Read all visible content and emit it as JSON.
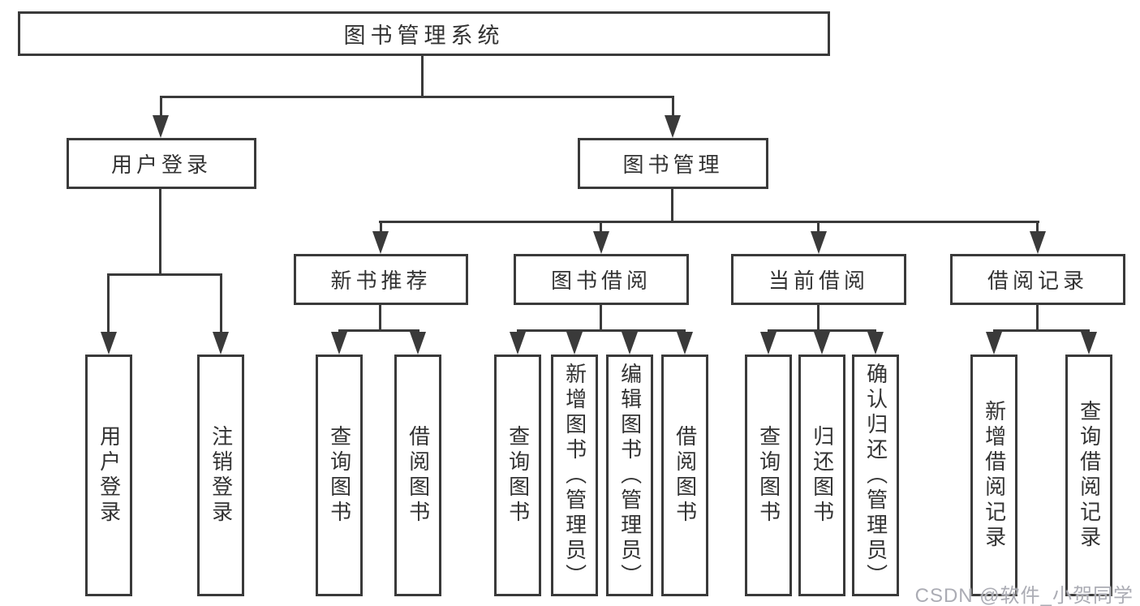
{
  "diagram_title": "图书管理系统",
  "watermark": "CSDN @软件_小贺同学",
  "colors": {
    "line": "#3a3a3a",
    "text": "#333333",
    "watermark": "#abacb4",
    "background": "#ffffff"
  },
  "nodes": {
    "root": {
      "label": "图书管理系统"
    },
    "user_login": {
      "label": "用户登录"
    },
    "book_mgmt": {
      "label": "图书管理"
    },
    "new_book": {
      "label": "新书推荐"
    },
    "borrow": {
      "label": "图书借阅"
    },
    "current": {
      "label": "当前借阅"
    },
    "records": {
      "label": "借阅记录"
    },
    "l_user_login": {
      "label": "用户登录"
    },
    "l_logout": {
      "label": "注销登录"
    },
    "l_nb_query": {
      "label": "查询图书"
    },
    "l_nb_borrow": {
      "label": "借阅图书"
    },
    "l_bb_query": {
      "label": "查询图书"
    },
    "l_bb_add": {
      "label": "新增图书（管理员）"
    },
    "l_bb_edit": {
      "label": "编辑图书（管理员）"
    },
    "l_bb_borrow": {
      "label": "借阅图书"
    },
    "l_cb_query": {
      "label": "查询图书"
    },
    "l_cb_return": {
      "label": "归还图书"
    },
    "l_cb_confirm": {
      "label": "确认归还（管理员）"
    },
    "l_br_add": {
      "label": "新增借阅记录"
    },
    "l_br_query": {
      "label": "查询借阅记录"
    }
  },
  "hierarchy": {
    "图书管理系统": {
      "用户登录": [
        "用户登录",
        "注销登录"
      ],
      "图书管理": {
        "新书推荐": [
          "查询图书",
          "借阅图书"
        ],
        "图书借阅": [
          "查询图书",
          "新增图书（管理员）",
          "编辑图书（管理员）",
          "借阅图书"
        ],
        "当前借阅": [
          "查询图书",
          "归还图书",
          "确认归还（管理员）"
        ],
        "借阅记录": [
          "新增借阅记录",
          "查询借阅记录"
        ]
      }
    }
  }
}
